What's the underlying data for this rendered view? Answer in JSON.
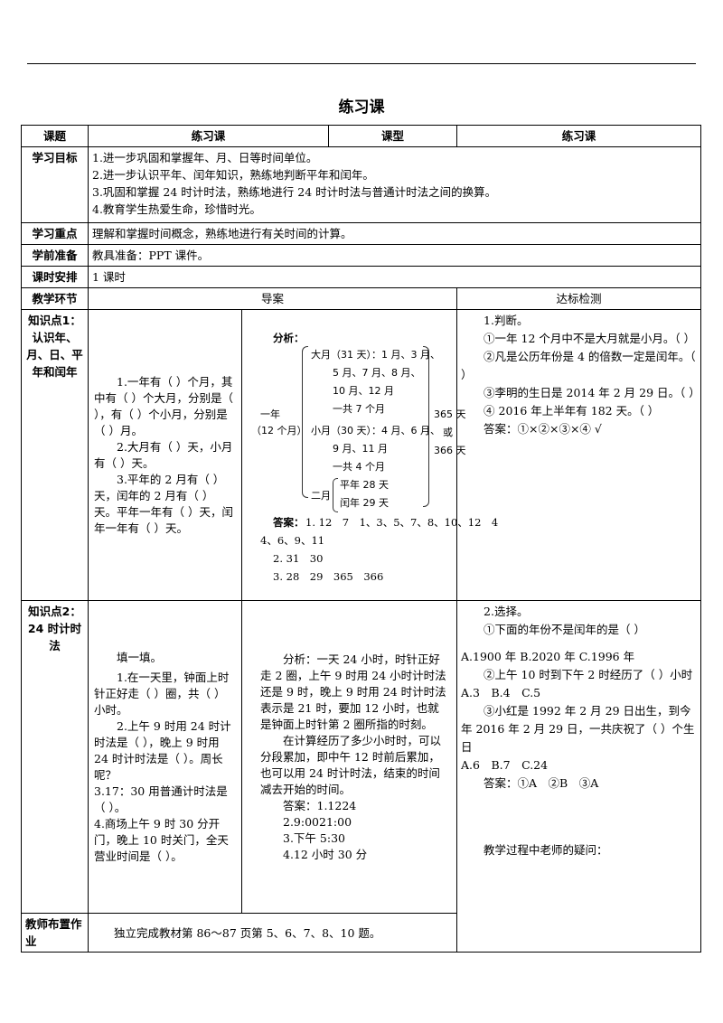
{
  "title": "练习课",
  "row_header": {
    "topic_label": "课题",
    "topic_value": "练习课",
    "type_label": "课型",
    "type_value": "练习课"
  },
  "goals": {
    "label": "学习目标",
    "items": [
      "1.进一步巩固和掌握年、月、日等时间单位。",
      "2.进一步认识平年、闰年知识，熟练地判断平年和闰年。",
      "3.巩固和掌握 24 时计时法，熟练地进行 24 时计时法与普通计时法之间的换算。",
      "4.教育学生热爱生命，珍惜时光。"
    ]
  },
  "focus": {
    "label": "学习重点",
    "value": "理解和掌握时间概念，熟练地进行有关时间的计算。"
  },
  "prep": {
    "label": "学前准备",
    "value": "教具准备：PPT 课件。"
  },
  "schedule": {
    "label": "课时安排",
    "value": "1 课时"
  },
  "columns": {
    "section": "教学环节",
    "guide": "导案",
    "check": "达标检测"
  },
  "kp1": {
    "label": "知识点1：认识年、月、日、平年和闰年",
    "questions": [
      "1.一年有（ ）个月，其中有（ ）个大月，分别是（ ），有（ ）个小月，分别是（ ）月。",
      "2.大月有（ ）天，小月有（ ）天。",
      "3.平年的 2 月有（ ）天，闰年的 2 月有（ ）天。平年一年有（ ）天，闰年一年有（ ）天。"
    ],
    "analysis_label": "分析：",
    "diagram": {
      "year": "一年",
      "year_sub": "（12 个月）",
      "big": "大月（31 天）：1 月、3 月、",
      "big2": "5 月、7 月、8 月、",
      "big3": "10 月、12 月",
      "big4": "一共 7 个月",
      "small": "小月（30 天）：4 月、6 月、",
      "small2": "9 月、11 月",
      "small3": "一共 4 个月",
      "feb": "二月",
      "ping": "平年 28 天",
      "run": "闰年 29 天",
      "d365": "365 天",
      "or": "或",
      "d366": "366 天"
    },
    "answers_label": "答案：",
    "answer1": "1. 12　7　1、3、5、7、8、10、12　4",
    "answer1b": "4、6、9、11",
    "answer2": "2. 31　30",
    "answer3": "3. 28　29　365　366",
    "check_title": "1.判断。",
    "checks": [
      "①一年 12 个月中不是大月就是小月。（ ）",
      "②凡是公历年份是 4 的倍数一定是闰年。（ ）",
      "③李明的生日是 2014 年 2 月 29 日。（ ）",
      "④ 2016 年上半年有 182 天。（ ）",
      "答案：①×②×③×④ √"
    ]
  },
  "kp2": {
    "label": "知识点2：24 时计时法",
    "fill_title": "填一填。",
    "questions": [
      "1.在一天里，钟面上时针正好走（ ）圈，共（ ）小时。",
      "2.上午 9 时用 24 时计时法是（ ），晚上 9 时用 24 时计时法是（ ）。周长呢？",
      "3.17：30 用普通计时法是（ ）。",
      "4.商场上午 9 时 30 分开门，晚上 10 时关门，全天营业时间是（ ）。"
    ],
    "analysis": [
      "分析：一天 24 小时，时针正好走 2 圈，上午 9 时用 24 小时计时法还是 9 时，晚上 9 时用 24 时计时法表示是 21 时，要加 12 小时，也就是钟面上时针第 2 圈所指的时刻。",
      "在计算经历了多少小时时，可以分段累加，即中午 12 时前后累加，也可以用 24 时计时法，结束的时间减去开始的时间。"
    ],
    "answers": [
      "答案：1.1224",
      "2.9:0021:00",
      "3.下午 5:30",
      "4.12 小时 30 分"
    ],
    "check_title": "2.选择。",
    "checks": [
      "①下面的年份不是闰年的是（ ）",
      "A.1900 年 B.2020 年 C.1996 年",
      "②上午 10 时到下午 2 时经历了（ ）小时",
      "A.3　B.4　C.5",
      "③小红是 1992 年 2 月 29 日出生，到今年 2016 年 2 月 29 日，一共庆祝了（ ）个生日",
      "A.6　B.7　C.24",
      "答案：①A　②B　③A"
    ],
    "teacher_question": "教学过程中老师的疑问："
  },
  "homework": {
    "label": "教师布置作业",
    "value": "独立完成教材第 86～87 页第 5、6、7、8、10 题。"
  }
}
